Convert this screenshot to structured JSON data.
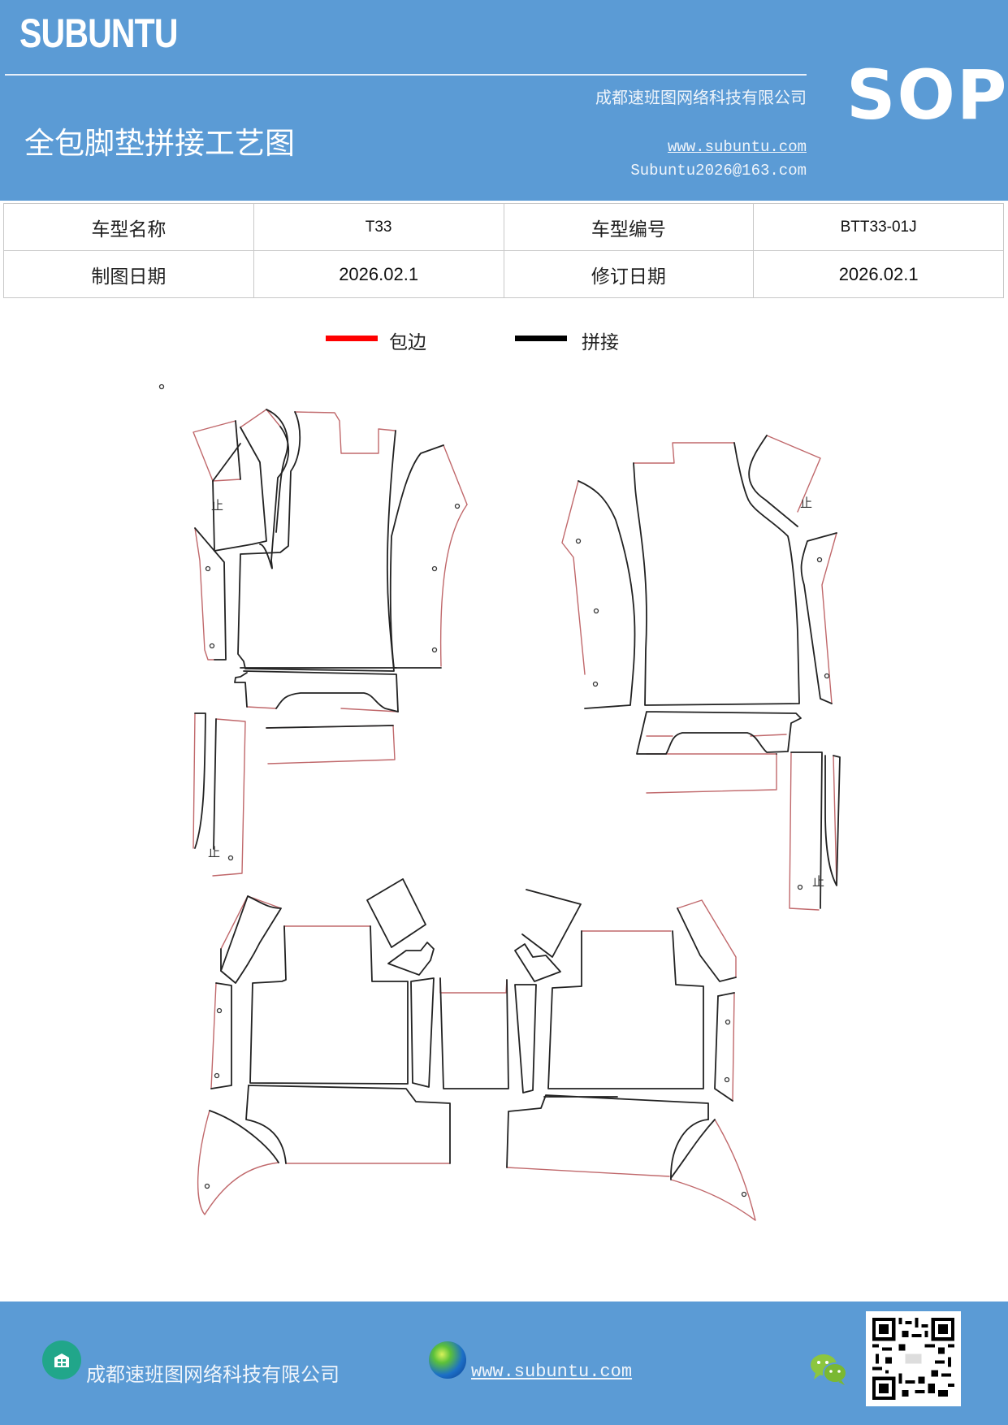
{
  "header": {
    "brand": "SUBUNTU",
    "title": "全包脚垫拼接工艺图",
    "company": "成都速班图网络科技有限公司",
    "website": "www.subuntu.com",
    "email": "Subuntu2026@163.com",
    "badge": "SOP",
    "background_color": "#5b9bd5"
  },
  "info_table": {
    "rows": [
      [
        {
          "label": "车型名称",
          "value": "T33"
        },
        {
          "label": "车型编号",
          "value": "BTT33-01J"
        }
      ],
      [
        {
          "label": "制图日期",
          "value": "2026.02.1"
        },
        {
          "label": "修订日期",
          "value": "2026.02.1"
        }
      ]
    ]
  },
  "legend": {
    "items": [
      {
        "label": "包边",
        "color": "#ff0000"
      },
      {
        "label": "拼接",
        "color": "#000000"
      }
    ]
  },
  "drawing": {
    "stop_mark": "止",
    "edge_color": "#c0686b",
    "seam_color": "#222222"
  },
  "footer": {
    "company": "成都速班图网络科技有限公司",
    "website": "www.subuntu.com",
    "icons": [
      "building-icon",
      "globe-icon",
      "wechat-icon",
      "qr-code"
    ]
  }
}
